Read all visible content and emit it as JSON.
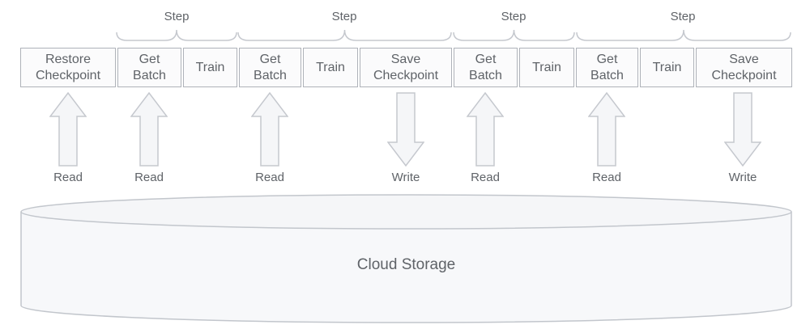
{
  "diagram": {
    "step_groups": [
      {
        "label": "Step"
      },
      {
        "label": "Step"
      },
      {
        "label": "Step"
      },
      {
        "label": "Step"
      }
    ],
    "boxes": [
      {
        "label": "Restore\nCheckpoint"
      },
      {
        "label": "Get\nBatch"
      },
      {
        "label": "Train"
      },
      {
        "label": "Get\nBatch"
      },
      {
        "label": "Train"
      },
      {
        "label": "Save\nCheckpoint"
      },
      {
        "label": "Get\nBatch"
      },
      {
        "label": "Train"
      },
      {
        "label": "Get\nBatch"
      },
      {
        "label": "Train"
      },
      {
        "label": "Save\nCheckpoint"
      }
    ],
    "arrows": [
      {
        "direction": "up",
        "label": "Read"
      },
      {
        "direction": "up",
        "label": "Read"
      },
      {
        "direction": "up",
        "label": "Read"
      },
      {
        "direction": "down",
        "label": "Write"
      },
      {
        "direction": "up",
        "label": "Read"
      },
      {
        "direction": "up",
        "label": "Read"
      },
      {
        "direction": "down",
        "label": "Write"
      }
    ],
    "storage": {
      "label": "Cloud Storage"
    },
    "colors": {
      "text": "#5f6368",
      "box_fill": "#fbfbfc",
      "box_border": "#aeb2b9",
      "shape_fill": "#f5f6f8",
      "shape_stroke": "#c5c8ce"
    }
  }
}
